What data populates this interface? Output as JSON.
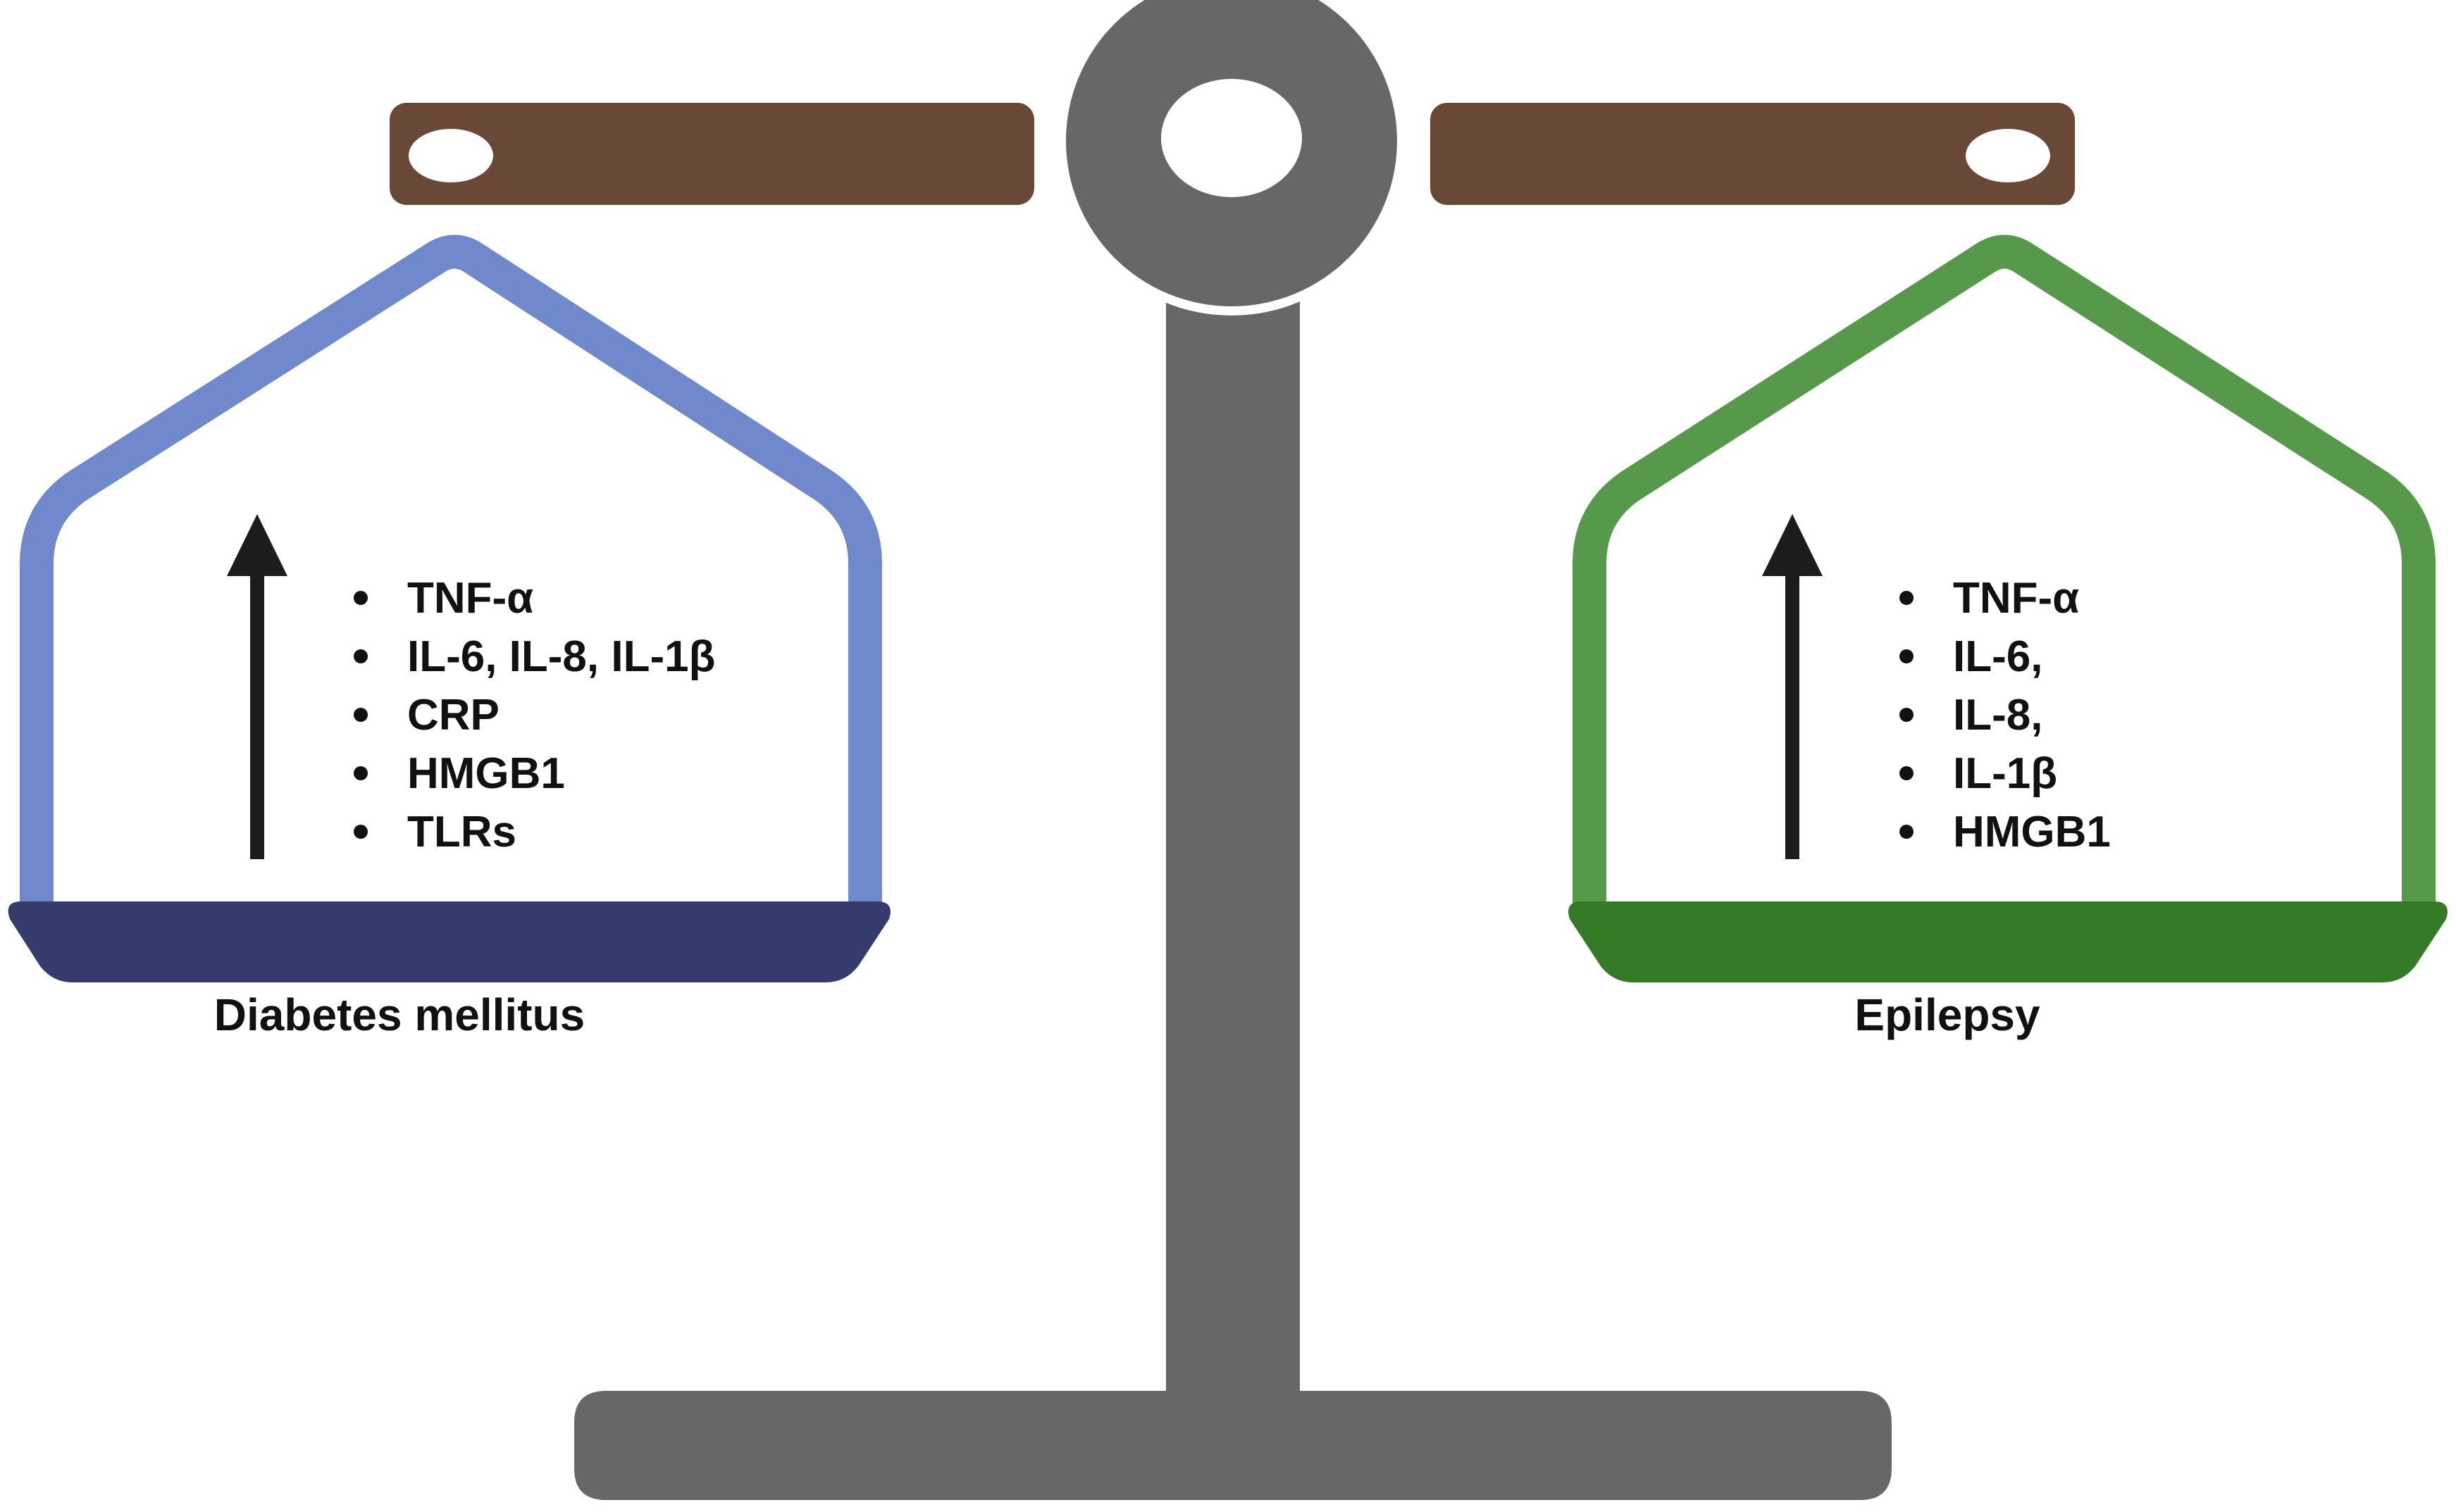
{
  "left_pan": {
    "caption": "Diabetes mellitus",
    "items": [
      "TNF-α",
      "IL-6, IL-8, IL-1β",
      "CRP",
      "HMGB1",
      "TLRs"
    ],
    "frame_color": "#7089CC",
    "base_color": "#353C6B"
  },
  "right_pan": {
    "caption": "Epilepsy",
    "items": [
      "TNF-α",
      "IL-6,",
      "IL-8,",
      "IL-1β",
      "HMGB1"
    ],
    "frame_color": "#56994A",
    "base_color": "#357A27"
  },
  "scale": {
    "beam_color": "#694837",
    "stand_color": "#676767"
  },
  "icons": [
    "increase-arrow-icon"
  ]
}
